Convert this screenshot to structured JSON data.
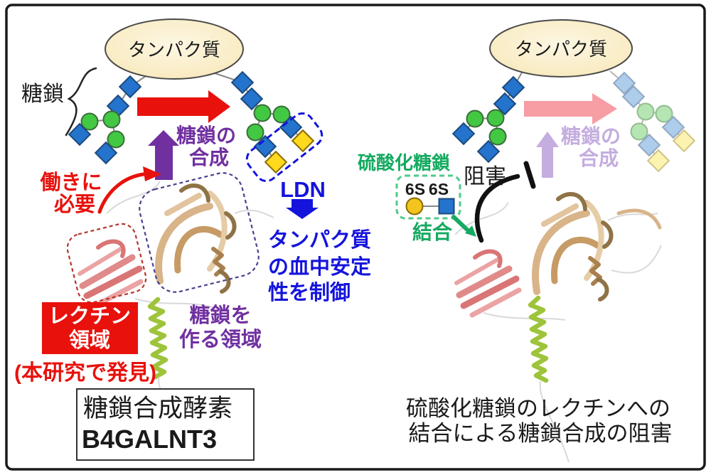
{
  "colors": {
    "red": "#e8110c",
    "purple": "#7030a0",
    "purple_faded": "#c4addf",
    "pink_arrow": "#f79da4",
    "blue": "#1414dd",
    "green": "#15aa60",
    "green_dash": "#4ecb8a",
    "glycan_blue": "#2473cc",
    "glycan_green": "#43c843",
    "glycan_yellow": "#ffd91e",
    "faded_blue": "#aecdea",
    "faded_green": "#b5e5b2",
    "faded_yellow": "#fbf3af",
    "helix_green": "#9dc43a",
    "ribbon_tan": "#d9b489",
    "ribbon_brown": "#8f7346",
    "ribbon_pink": "#e08a8a"
  },
  "left": {
    "protein_label": "タンパク質",
    "glycan_label": "糖鎖",
    "synthesis_line1": "糖鎖の",
    "synthesis_line2": "合成",
    "needed_line1": "働きに",
    "needed_line2": "必要",
    "ldn_label": "LDN",
    "blood_line1": "タンパク質",
    "blood_line2": "の血中安定",
    "blood_line3": "性を制御",
    "lectin_line1": "レクチン",
    "lectin_line2": "領域",
    "discovery_note": "(本研究で発見)",
    "glycan_region_line1": "糖鎖を",
    "glycan_region_line2": "作る領域",
    "enzyme_line1": "糖鎖合成酵素",
    "enzyme_line2": "B4GALNT3"
  },
  "right": {
    "protein_label": "タンパク質",
    "synthesis_line1": "糖鎖の",
    "synthesis_line2": "合成",
    "sulfated_label": "硫酸化糖鎖",
    "s6_label_1": "6S",
    "s6_label_2": "6S",
    "binding_label": "結合",
    "inhibition_label": "阻害",
    "caption_line1": "硫酸化糖鎖のレクチンへの",
    "caption_line2": "結合による糖鎖合成の阻害"
  }
}
